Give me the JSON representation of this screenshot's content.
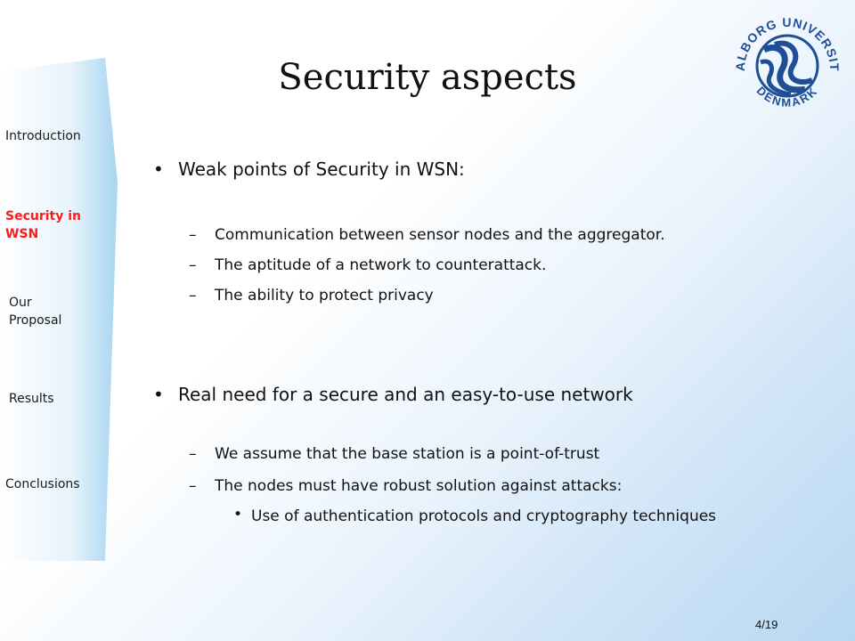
{
  "nav": {
    "items": [
      {
        "label": "Introduction",
        "active": false
      },
      {
        "label": "Security in\nWSN",
        "active": true
      },
      {
        "label": "Our\nProposal",
        "active": false
      },
      {
        "label": "Results",
        "active": false
      },
      {
        "label": "Conclusions",
        "active": false
      }
    ]
  },
  "slide": {
    "title": "Security aspects",
    "bullet_symbol": "•",
    "dash_symbol": "–",
    "section1": {
      "heading": "Weak points of Security in WSN:",
      "items": [
        "Communication between sensor nodes and the aggregator.",
        "The aptitude of a network to counterattack.",
        "The ability to protect privacy"
      ]
    },
    "section2": {
      "heading": "Real need for a secure and an easy-to-use network",
      "items": [
        "We assume that the base station is a point-of-trust",
        "The nodes must have robust solution against attacks:"
      ],
      "subitems": [
        "Use of authentication protocols and cryptography techniques"
      ]
    },
    "page_number": "4/19"
  },
  "logo": {
    "text_top": "AALBORG UNIVERSITY",
    "text_bottom": "DENMARK",
    "color": "#1f4e96"
  },
  "colors": {
    "active_nav": "#ff1a1a",
    "nav_bar_edge": "#a8d4f2"
  }
}
